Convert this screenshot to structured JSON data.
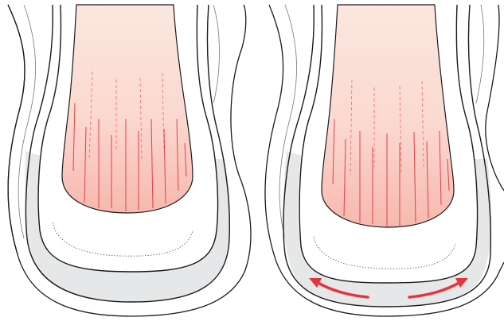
{
  "panels": [
    {
      "id": "left",
      "show_arrows": false
    },
    {
      "id": "right",
      "show_arrows": true
    }
  ],
  "colors": {
    "outline": "#1a1a1a",
    "thin_outline": "#666666",
    "gray_layer": "#e6e7e8",
    "skin_top": "#fbe7df",
    "skin_bottom": "#f6b8ae",
    "stripes": "#e2404a",
    "arrows": "#e8323c",
    "dotted": "#666666"
  },
  "icons": {
    "left_arrow": "curved-arrow-left",
    "right_arrow": "curved-arrow-right"
  }
}
